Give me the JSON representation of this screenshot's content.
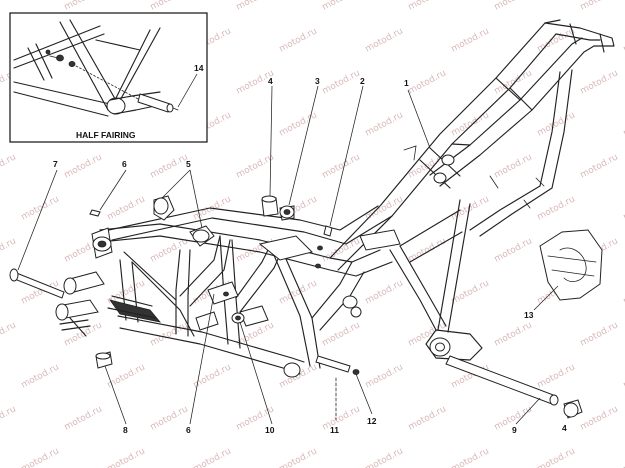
{
  "inset": {
    "title": "HALF FAIRING",
    "callout": "14"
  },
  "callouts": [
    {
      "id": "1",
      "label": "1"
    },
    {
      "id": "2",
      "label": "2"
    },
    {
      "id": "3",
      "label": "3"
    },
    {
      "id": "4a",
      "label": "4"
    },
    {
      "id": "4b",
      "label": "4"
    },
    {
      "id": "5",
      "label": "5"
    },
    {
      "id": "6a",
      "label": "6"
    },
    {
      "id": "6b",
      "label": "6"
    },
    {
      "id": "7",
      "label": "7"
    },
    {
      "id": "8",
      "label": "8"
    },
    {
      "id": "9",
      "label": "9"
    },
    {
      "id": "10",
      "label": "10"
    },
    {
      "id": "11",
      "label": "11"
    },
    {
      "id": "12",
      "label": "12"
    },
    {
      "id": "13",
      "label": "13"
    }
  ],
  "watermark": "motod.ru",
  "colors": {
    "line": "#222222",
    "watermark": "#d9b8b8",
    "background": "#ffffff"
  }
}
